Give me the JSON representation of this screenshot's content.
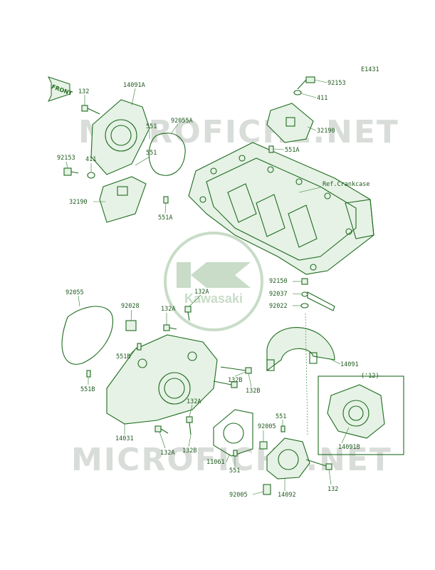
{
  "diagram_code": "E1431",
  "front_label": "FRONT",
  "ref_label": "Ref.Crankcase",
  "logo_text": "Kawasaki",
  "watermark_text": "MICROFICHE.NET",
  "year_note": "('12)",
  "colors": {
    "line": "#1f6b1f",
    "label": "#1f5a1f",
    "watermark": "#d9ddd9",
    "logo": "#c8dcc8"
  },
  "labels": {
    "p132_top": "132",
    "p14091a": "14091A",
    "p92055a": "92055A",
    "p551_a": "551",
    "p551_b": "551",
    "p92153_left": "92153",
    "p411_left": "411",
    "p32190_left": "32190",
    "p551a_left": "551A",
    "p92153_right": "92153",
    "p411_right": "411",
    "p32190_right": "32190",
    "p551a_right": "551A",
    "p92150": "92150",
    "p92037": "92037",
    "p92022": "92022",
    "p92055": "92055",
    "p92028": "92028",
    "p132a_1": "132A",
    "p132a_2": "132A",
    "p551b_1": "551B",
    "p551b_2": "551B",
    "p132b_1": "132B",
    "p132b_2": "132B",
    "p14091": "14091",
    "p132a_3": "132A",
    "p14031": "14031",
    "p132a_4": "132A",
    "p132b_3": "132B",
    "p551_c": "551",
    "p92005_1": "92005",
    "p14091b": "14091B",
    "p11061": "11061",
    "p551_d": "551",
    "p92005_2": "92005",
    "p14092": "14092",
    "p132_bottom": "132"
  }
}
